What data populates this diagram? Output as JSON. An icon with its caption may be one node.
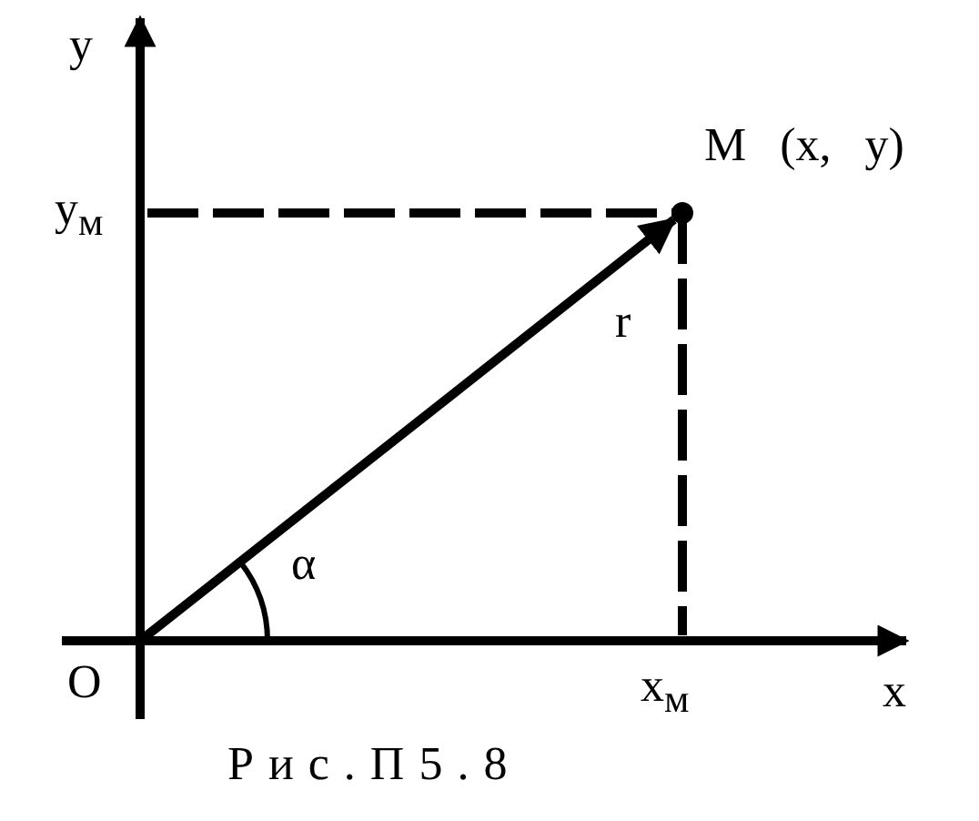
{
  "diagram": {
    "caption": "Рис.П5.8",
    "nodes": [
      {
        "text": [
          "O"
        ]
      },
      {
        "text": [],
        "shape": "circle",
        "beside": [
          "M (x, y)"
        ]
      }
    ],
    "edges": [
      {
        "from": 0,
        "to": 1,
        "arrow": "to",
        "label": "r"
      }
    ],
    "labels": [
      "y",
      "y$_{м}$",
      "α",
      "x$_{м}$",
      "x"
    ]
  }
}
